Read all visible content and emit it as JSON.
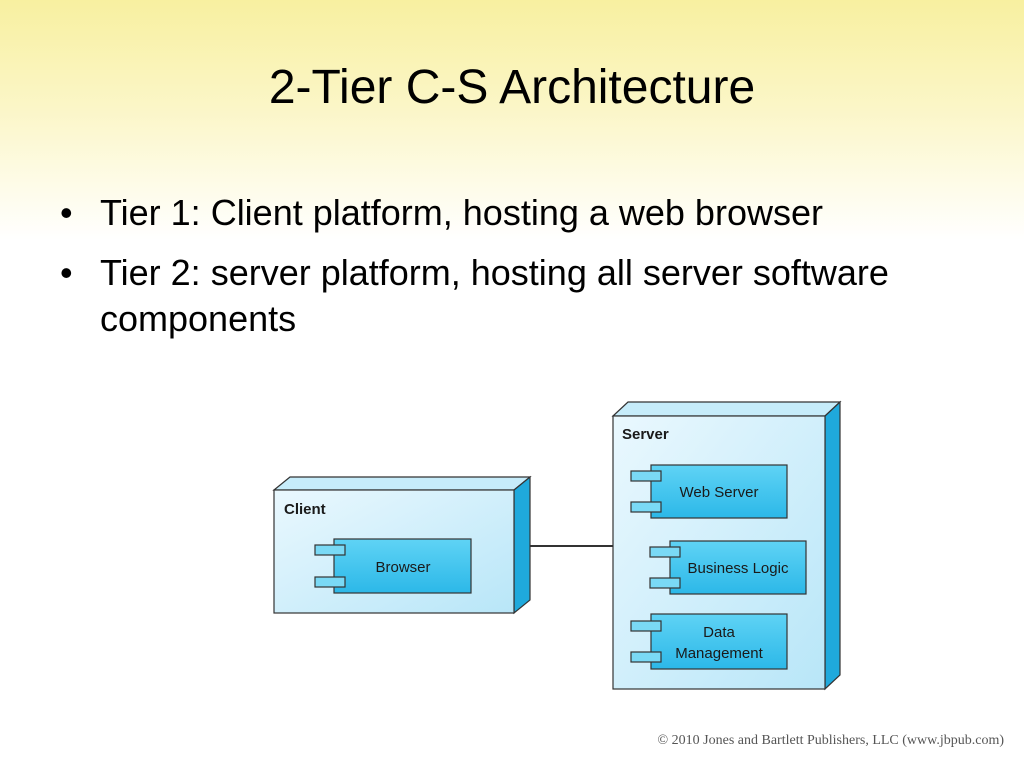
{
  "slide": {
    "title": "2-Tier C-S Architecture",
    "bullets": [
      "Tier 1: Client platform, hosting a web browser",
      "Tier 2: server platform, hosting all server software components"
    ],
    "bullet_marker": "•"
  },
  "diagram": {
    "client": {
      "label": "Client",
      "components": [
        "Browser"
      ]
    },
    "server": {
      "label": "Server",
      "components": [
        "Web Server",
        "Business Logic",
        "Data",
        "Management"
      ]
    }
  },
  "footer": {
    "copyright": "© 2010 Jones and Bartlett Publishers, LLC (www.jbpub.com)"
  },
  "colors": {
    "node_fill": "#cdeefb",
    "node_stroke": "#3a3a3a",
    "component_fill": "#35c3ee",
    "side_face": "#19a9dd"
  }
}
